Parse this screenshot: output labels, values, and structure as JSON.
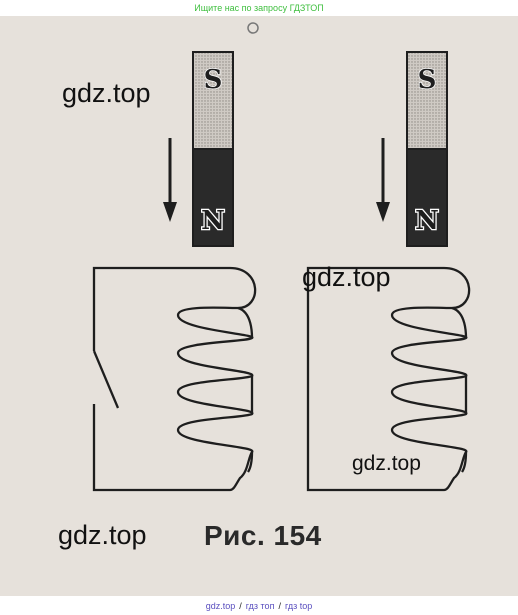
{
  "banner": {
    "text": "Ищите нас по запросу ГДЗТОП",
    "color": "#3fbf3f"
  },
  "figure": {
    "caption": "Рис. 154",
    "magnet_left": {
      "top_pole": "S",
      "bottom_pole": "N"
    },
    "magnet_right": {
      "top_pole": "S",
      "bottom_pole": "N"
    },
    "colors": {
      "background": "#e6e1db",
      "ink": "#1e1e1e",
      "south_fill": "#b9b4ae",
      "north_fill": "#2a2a2a"
    }
  },
  "watermarks": [
    "gdz.top",
    "gdz.top",
    "gdz.top",
    "gdz.top"
  ],
  "footer": {
    "links": [
      "gdz.top",
      "гдз топ",
      "гдз top"
    ],
    "separator": "/",
    "link_color": "#5a4fbf"
  }
}
